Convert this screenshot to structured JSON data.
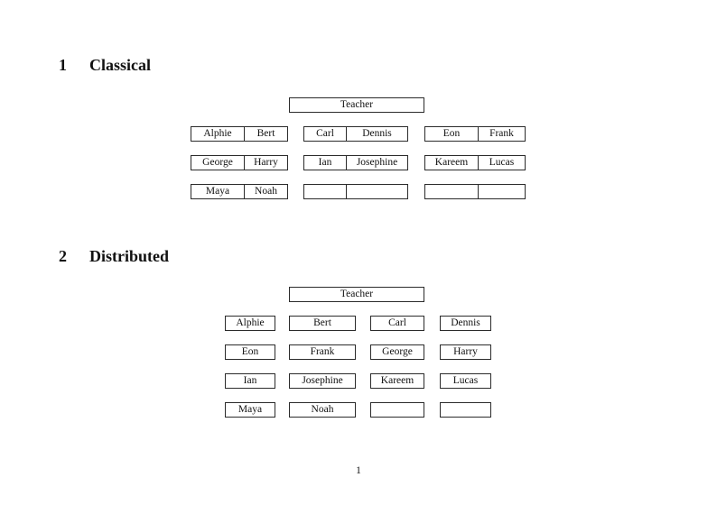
{
  "page_number": "1",
  "classical": {
    "number": "1",
    "title": "Classical",
    "teacher": "Teacher",
    "rows": [
      {
        "pairs": [
          {
            "a": "Alphie",
            "b": "Bert"
          },
          {
            "a": "Carl",
            "b": "Dennis"
          },
          {
            "a": "Eon",
            "b": "Frank"
          }
        ]
      },
      {
        "pairs": [
          {
            "a": "George",
            "b": "Harry"
          },
          {
            "a": "Ian",
            "b": "Josephine"
          },
          {
            "a": "Kareem",
            "b": "Lucas"
          }
        ]
      },
      {
        "pairs": [
          {
            "a": "Maya",
            "b": "Noah"
          },
          {
            "a": "",
            "b": ""
          },
          {
            "a": "",
            "b": ""
          }
        ]
      }
    ]
  },
  "distributed": {
    "number": "2",
    "title": "Distributed",
    "teacher": "Teacher",
    "rows": [
      [
        "Alphie",
        "Bert",
        "Carl",
        "Dennis"
      ],
      [
        "Eon",
        "Frank",
        "George",
        "Harry"
      ],
      [
        "Ian",
        "Josephine",
        "Kareem",
        "Lucas"
      ],
      [
        "Maya",
        "Noah",
        "",
        ""
      ]
    ]
  }
}
